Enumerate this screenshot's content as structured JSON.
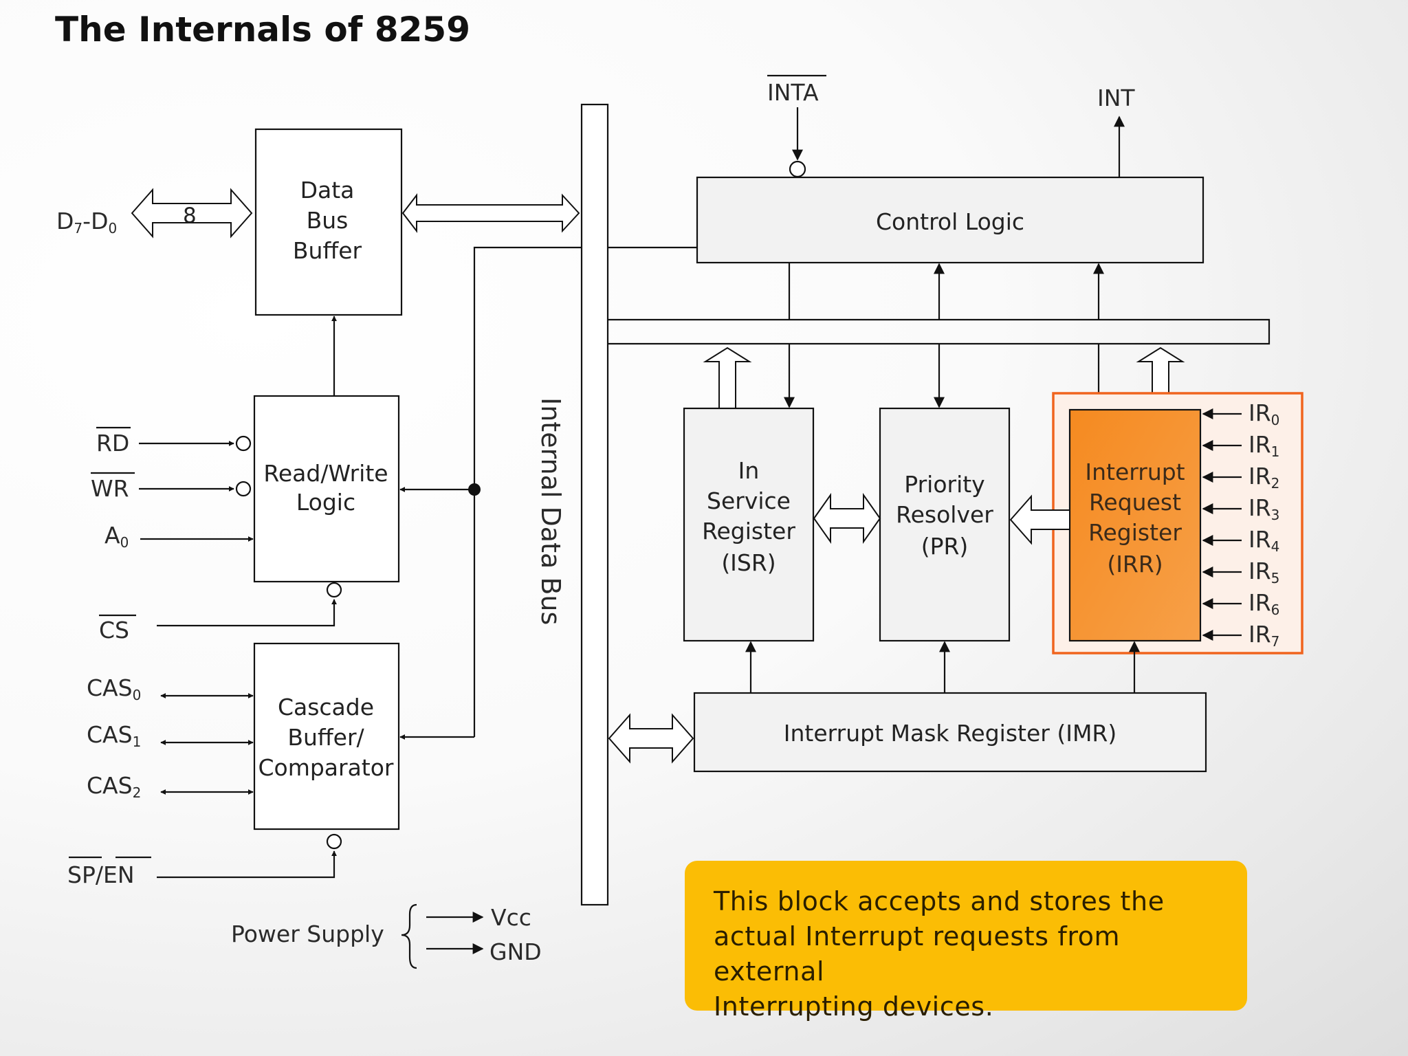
{
  "title": "The Internals of 8259",
  "blocks": {
    "data_bus_buffer": [
      "Data",
      "Bus",
      "Buffer"
    ],
    "read_write_logic": [
      "Read/Write",
      "Logic"
    ],
    "cascade": [
      "Cascade",
      "Buffer/",
      "Comparator"
    ],
    "control_logic": "Control Logic",
    "isr": [
      "In",
      "Service",
      "Register",
      "(ISR)"
    ],
    "pr": [
      "Priority",
      "Resolver",
      "(PR)"
    ],
    "irr": [
      "Interrupt",
      "Request",
      "Register",
      "(IRR)"
    ],
    "imr": "Interrupt Mask Register (IMR)"
  },
  "bus_label": "Internal Data Bus",
  "data_bus_width": "8",
  "signals": {
    "d_bus": {
      "main": "D",
      "sub1": "7",
      "mid": "-D",
      "sub2": "0"
    },
    "rd": "RD",
    "wr": "WR",
    "a0": {
      "main": "A",
      "sub": "0"
    },
    "cs": "CS",
    "cas": [
      {
        "main": "CAS",
        "sub": "0"
      },
      {
        "main": "CAS",
        "sub": "1"
      },
      {
        "main": "CAS",
        "sub": "2"
      }
    ],
    "sp": "SP",
    "slash": "/",
    "en": "EN",
    "inta": "INTA",
    "int": "INT",
    "ir": [
      {
        "main": "IR",
        "sub": "0"
      },
      {
        "main": "IR",
        "sub": "1"
      },
      {
        "main": "IR",
        "sub": "2"
      },
      {
        "main": "IR",
        "sub": "3"
      },
      {
        "main": "IR",
        "sub": "4"
      },
      {
        "main": "IR",
        "sub": "5"
      },
      {
        "main": "IR",
        "sub": "6"
      },
      {
        "main": "IR",
        "sub": "7"
      }
    ]
  },
  "power": {
    "label": "Power Supply",
    "vcc": "Vcc",
    "gnd": "GND"
  },
  "callout_lines": [
    "This block accepts and stores the",
    "actual Interrupt requests from external",
    "Interrupting devices."
  ],
  "colors": {
    "highlight": "#f7922d",
    "highlight_border": "#f0641e",
    "callout": "#fbbd05"
  }
}
